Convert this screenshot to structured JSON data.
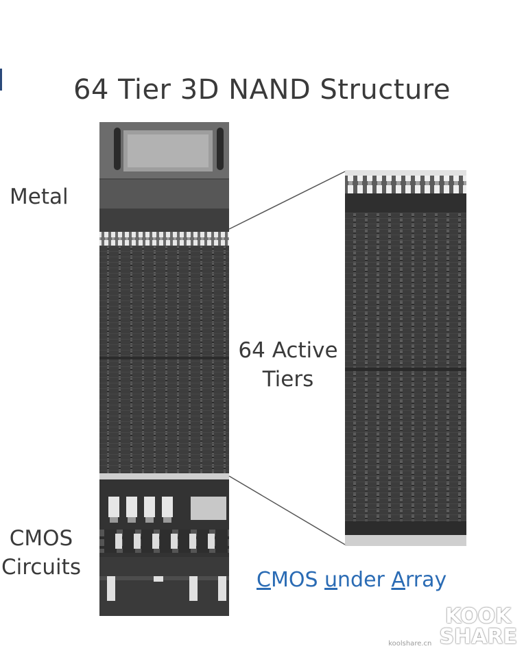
{
  "title": "64 Tier 3D NAND Structure",
  "labels": {
    "metal": "Metal",
    "active_tiers_line1": "64 Active",
    "active_tiers_line2": "Tiers",
    "cmos_line1": "CMOS",
    "cmos_line2": "Circuits"
  },
  "caption": {
    "parts": [
      {
        "text": "C",
        "underline": true
      },
      {
        "text": "MOS ",
        "underline": false
      },
      {
        "text": "u",
        "underline": true
      },
      {
        "text": "nder ",
        "underline": false
      },
      {
        "text": "A",
        "underline": true
      },
      {
        "text": "rray",
        "underline": false
      }
    ],
    "color": "#2a6bb4"
  },
  "watermark": {
    "url": "koolshare.cn",
    "logo_top": "KOOK",
    "logo_bottom": "SHARE"
  },
  "colors": {
    "text": "#3a3a3a",
    "accent": "#2a6bb4",
    "sem_dark": "#3c3c3c",
    "sem_light": "#d8d8d8"
  },
  "icons": {
    "edge_mark": "slide-edge-marker"
  }
}
